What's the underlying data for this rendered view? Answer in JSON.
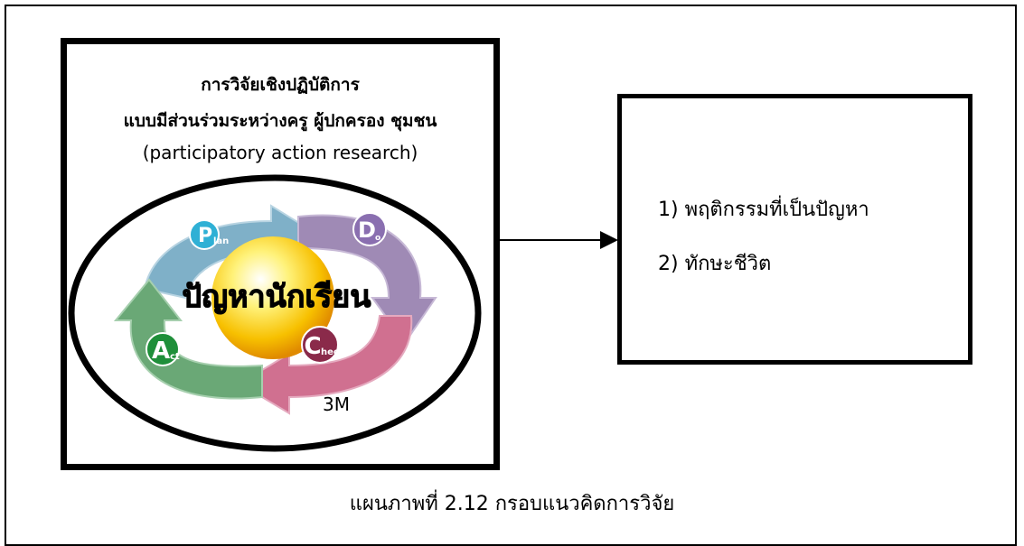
{
  "left_box": {
    "title_line1": "การวิจัยเชิงปฏิบัติการ",
    "title_line2": "แบบมีส่วนร่วมระหว่างครู ผู้ปกครอง ชุมชน",
    "title_line3": "(participatory action research)"
  },
  "cycle": {
    "center_text": "ปัญหานักเรียน",
    "plan": {
      "letter": "P",
      "suffix": "lan",
      "color": "#2fb0d5"
    },
    "do": {
      "letter": "D",
      "suffix": "o",
      "color": "#8a6fb0"
    },
    "check": {
      "letter": "C",
      "suffix": "heck",
      "color": "#8a2a4a"
    },
    "act": {
      "letter": "A",
      "suffix": "ct",
      "color": "#1f8f3a"
    },
    "label_3m": "3M"
  },
  "right_box": {
    "item1": "1) พฤติกรรมที่เป็นปัญหา",
    "item2": "2)  ทักษะชีวิต"
  },
  "caption": "แผนภาพที่ 2.12  กรอบแนวคิดการวิจัย"
}
